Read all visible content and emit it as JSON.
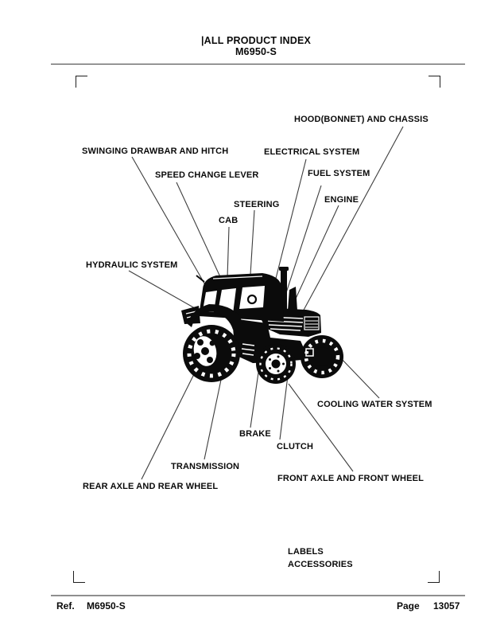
{
  "header": {
    "title_line1": "|ALL PRODUCT INDEX",
    "title_line2": "M6950-S"
  },
  "diagram": {
    "labels": [
      {
        "id": "hood-bonnet-and-chassis",
        "text": "HOOD(BONNET) AND CHASSIS"
      },
      {
        "id": "swinging-drawbar-and-hitch",
        "text": "SWINGING DRAWBAR AND HITCH"
      },
      {
        "id": "electrical-system",
        "text": "ELECTRICAL SYSTEM"
      },
      {
        "id": "speed-change-lever",
        "text": "SPEED CHANGE LEVER"
      },
      {
        "id": "fuel-system",
        "text": "FUEL SYSTEM"
      },
      {
        "id": "engine",
        "text": "ENGINE"
      },
      {
        "id": "steering",
        "text": "STEERING"
      },
      {
        "id": "cab",
        "text": "CAB"
      },
      {
        "id": "hydraulic-system",
        "text": "HYDRAULIC SYSTEM"
      },
      {
        "id": "cooling-water-system",
        "text": "COOLING WATER SYSTEM"
      },
      {
        "id": "brake",
        "text": "BRAKE"
      },
      {
        "id": "clutch",
        "text": "CLUTCH"
      },
      {
        "id": "transmission",
        "text": "TRANSMISSION"
      },
      {
        "id": "front-axle-and-front-wheel",
        "text": "FRONT AXLE AND FRONT WHEEL"
      },
      {
        "id": "rear-axle-and-rear-wheel",
        "text": "REAR AXLE AND REAR WHEEL"
      }
    ],
    "footnote_labels": [
      {
        "id": "labels",
        "text": "LABELS"
      },
      {
        "id": "accessories",
        "text": "ACCESSORIES"
      }
    ]
  },
  "footer": {
    "ref_label": "Ref.",
    "ref_value": "M6950-S",
    "page_label": "Page",
    "page_value": "13057"
  },
  "colors": {
    "ink": "#0b0b0b",
    "leader_line": "#3d3d3d",
    "header_rule": "#3c3c3c",
    "footer_rule": "#8f8f8f"
  }
}
